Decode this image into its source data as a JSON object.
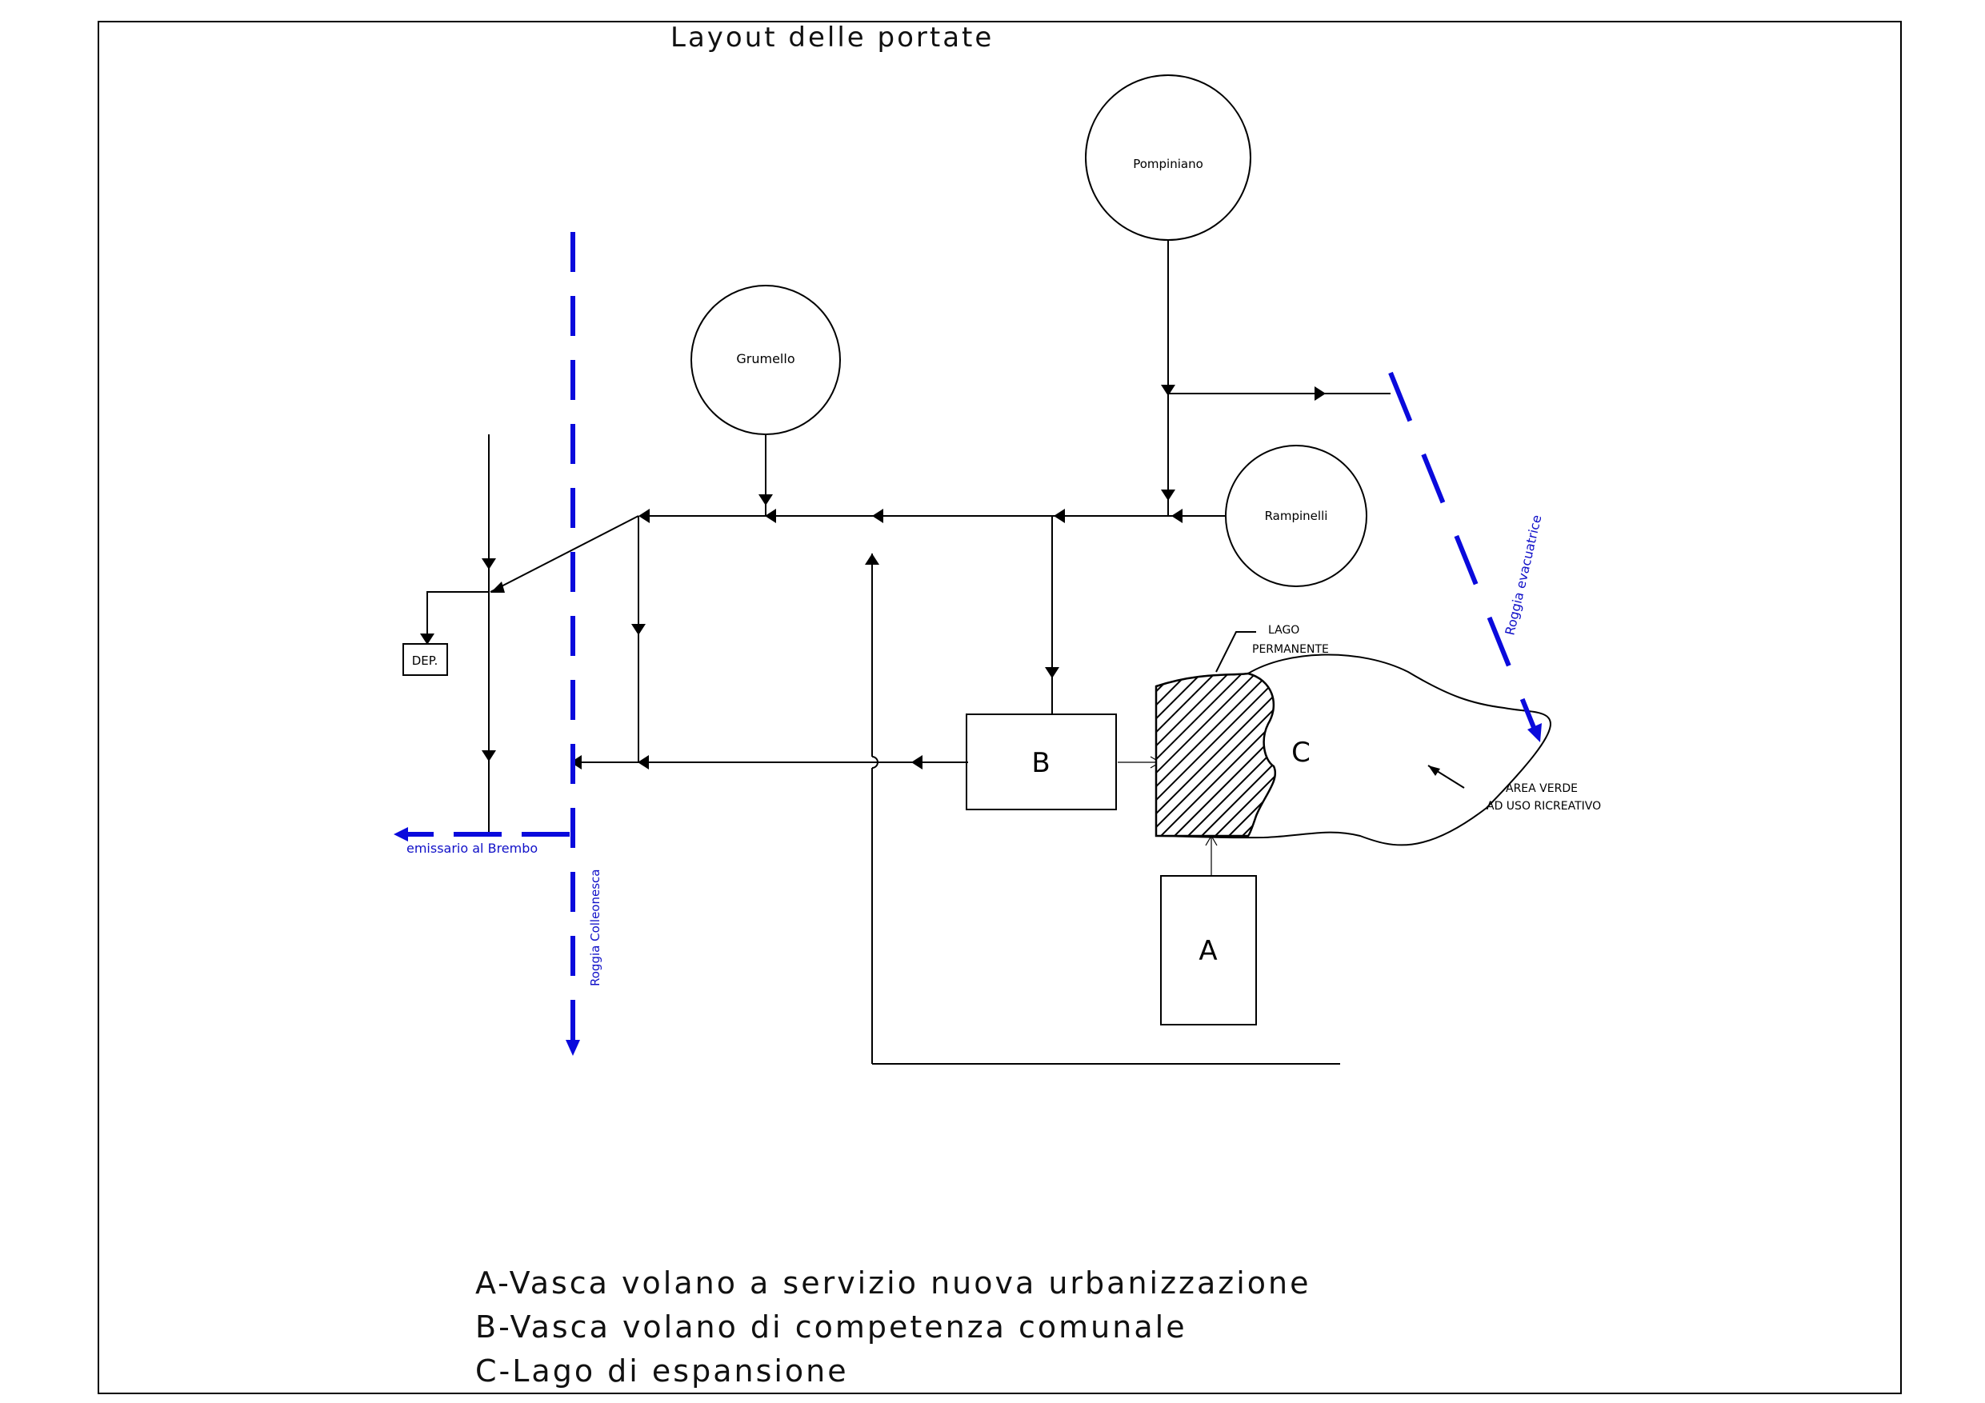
{
  "title": "Layout delle portate",
  "nodes": {
    "pompiniano": "Pompiniano",
    "grumello": "Grumello",
    "rampinelli": "Rampinelli",
    "dep": "DEP.",
    "basin_a": "A",
    "basin_b": "B",
    "lake_c": "C"
  },
  "labels": {
    "lago_line1": "LAGO",
    "lago_line2": "PERMANENTE",
    "area_line1": "AREA VERDE",
    "area_line2": "AD USO RICREATIVO",
    "emissario": "emissario al Brembo",
    "roggia_colleonesca": "Roggia Colleonesca",
    "roggia_evacuatrice": "Roggia evacuatrice"
  },
  "legend": [
    "A-Vasca volano a servizio nuova urbanizzazione",
    "B-Vasca volano di competenza comunale",
    "C-Lago di espansione"
  ],
  "colors": {
    "line": "#000000",
    "channel": "#0a0adc",
    "channel_text": "#1010c8",
    "paper": "#ffffff"
  }
}
